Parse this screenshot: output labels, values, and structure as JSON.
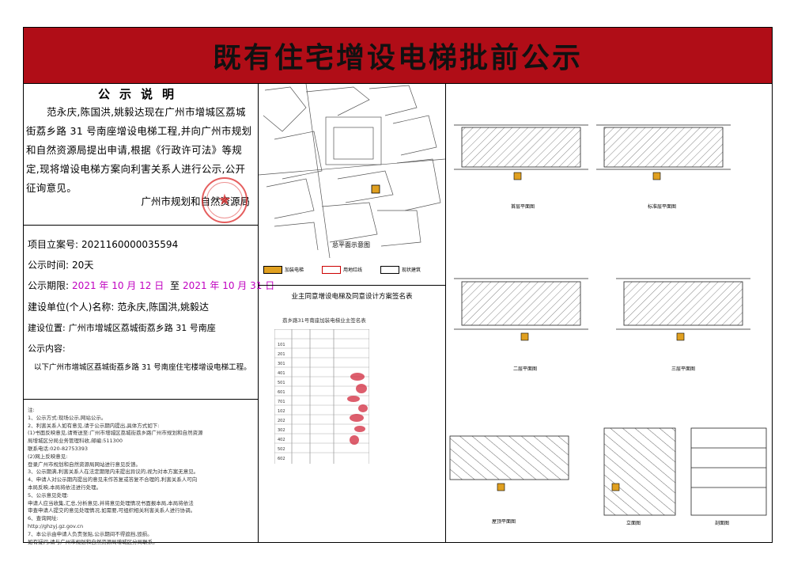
{
  "header": {
    "title": "既有住宅增设电梯批前公示"
  },
  "notice": {
    "heading": "公示说明",
    "body": "范永庆,陈国洪,姚毅达现在广州市增城区荔城街荔乡路 31 号南座增设电梯工程,并向广州市规划和自然资源局提出申请,根据《行政许可法》等规定,现将增设电梯方案向利害关系人进行公示,公开征询意见。",
    "org": "广州市规划和自然资源局"
  },
  "info": {
    "case_label": "项目立案号:",
    "case_value": "2021160000035594",
    "duration_label": "公示时间:",
    "duration_value": "20天",
    "period_label": "公示期限:",
    "period_start": "2021 年 10 月 12 日",
    "period_to": "至",
    "period_end": "2021 年 10 月 31 日",
    "unit_label": "建设单位(个人)名称:",
    "unit_value": "范永庆,陈国洪,姚毅达",
    "location_label": "建设位置:",
    "location_value": "广州市增城区荔城街荔乡路 31 号南座",
    "content_label": "公示内容:",
    "content_value": "以下广州市增城区荔城街荔乡路 31 号南座住宅楼增设电梯工程。"
  },
  "notes": [
    "注:",
    "1、公示方式:现场公示,网站公示。",
    "2、利害关系人如有意见,请于公示期内提出,具体方式如下:",
    "(1)书面反映意见,请寄送至:广州市增城区荔城街荔乡路广州市规划和自然资源",
    "    局增城区分局业务管理科收,邮编:511300",
    "    联系电话:020-82753393",
    "(2)网上反映意见:",
    "    登录广州市规划和自然资源局网站进行意见反馈。",
    "3、公示期满,利害关系人在法定期限内未提出异议的,视为对本方案无意见。",
    "4、申请人对公示期内提出的意见未作答复或答复不合理的,利害关系人可向",
    "    本局反映,本局将依法进行处理。",
    "5、公示意见处理:",
    "    申请人应当收集,汇总,分析意见,并将意见处理情况书面报本局,本局将依法",
    "    审查申请人提交的意见处理情况,如需要,可组织相关利害关系人进行协调。",
    "6、查询网址:",
    "    http://ghzyj.gz.gov.cn",
    "7、本公示由申请人负责张贴,公示期间不得遮挡,毁损。",
    "    如有疑问,请与广州市规划和自然资源局增城区分局联系。"
  ],
  "drawings": {
    "site_plan_caption": "总平面示意图",
    "legend_addition": "加装电梯",
    "legend_boundary": "用地红线",
    "legend_building": "现状建筑",
    "sign_sheet_title": "业主同意增设电梯及同意设计方案签名表",
    "sign_sheet_subtitle": "荔乡路31号南座加装电梯业主签名表",
    "sign_rows": [
      "101",
      "201",
      "301",
      "401",
      "501",
      "601",
      "701",
      "102",
      "202",
      "302",
      "402",
      "502",
      "602"
    ],
    "plan_caption_1": "首层平面图",
    "plan_caption_2": "标准层平面图",
    "plan_caption_3": "二层平面图",
    "plan_caption_4": "三层平面图",
    "plan_caption_5": "屋顶平面图",
    "elev_caption_1": "立面图",
    "elev_caption_2": "剖面图"
  },
  "colors": {
    "banner": "#b00d17",
    "date_text": "#c000c0",
    "elevator_fill": "#e0a020",
    "seal": "#dc2828"
  }
}
